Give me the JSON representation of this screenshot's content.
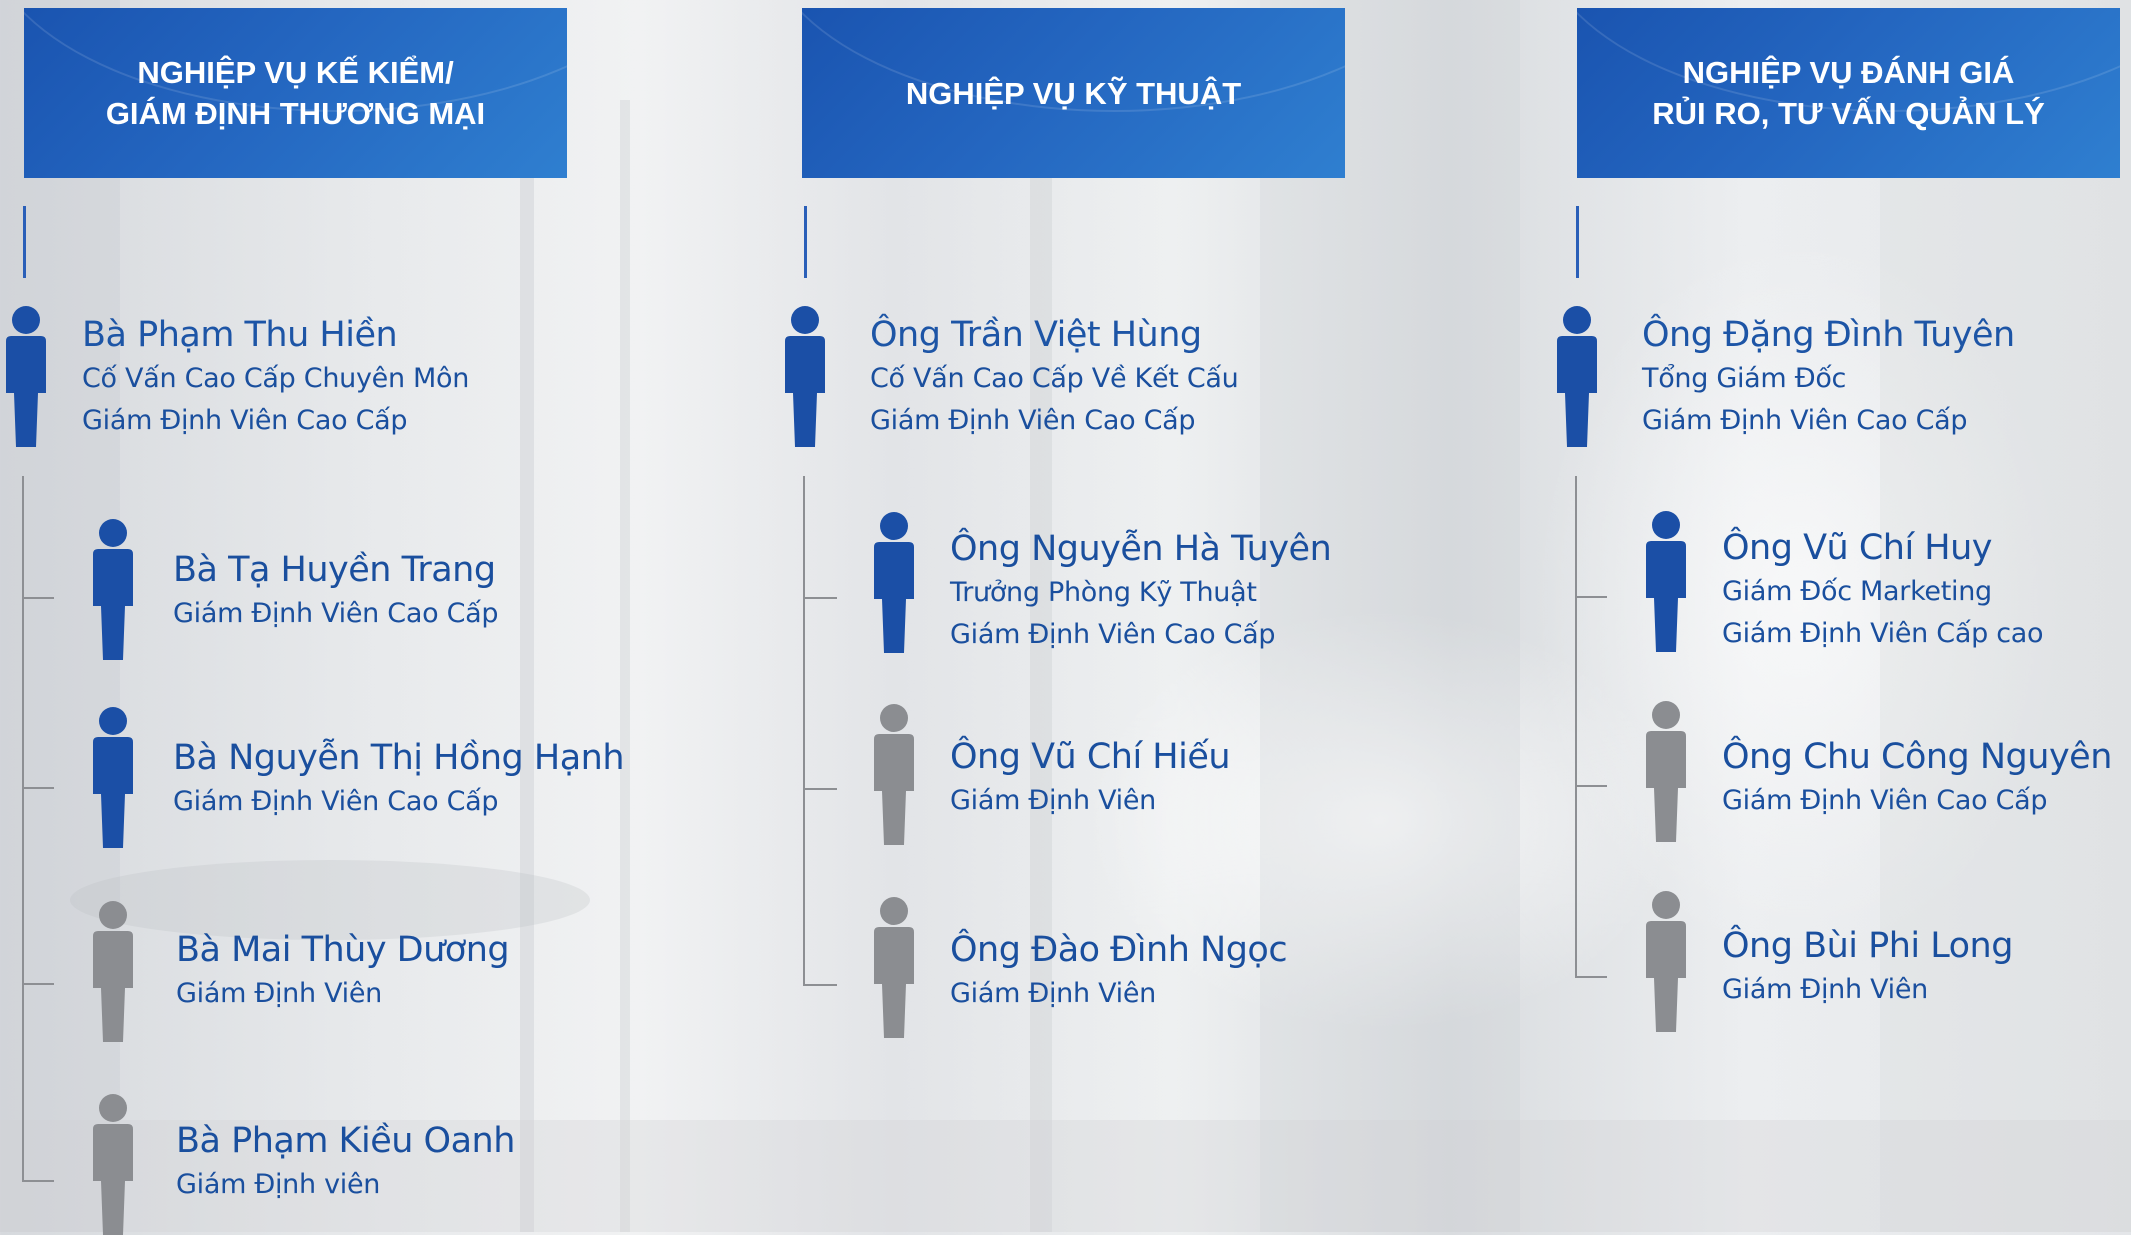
{
  "colors": {
    "header": "#1f5db8",
    "blue_person": "#1b4fa6",
    "grey_person": "#8b8d91",
    "text": "#1a4f9e",
    "line": "#8d8f93"
  },
  "icons": {
    "active_person": "person-blue-icon",
    "inactive_person": "person-grey-icon"
  },
  "columns": [
    {
      "title_line1": "NGHIỆP VỤ KẾ KIỂM/",
      "title_line2": "GIÁM ĐỊNH THƯƠNG MẠI",
      "lead": {
        "name": "Bà Phạm Thu Hiền",
        "role1": "Cố Vấn Cao Cấp Chuyên Môn",
        "role2": "Giám Định Viên Cao Cấp",
        "color": "blue"
      },
      "members": [
        {
          "name": "Bà Tạ Huyền Trang",
          "role1": "Giám Định Viên Cao Cấp",
          "role2": "",
          "color": "blue"
        },
        {
          "name": "Bà Nguyễn Thị Hồng Hạnh",
          "role1": "Giám Định Viên Cao Cấp",
          "role2": "",
          "color": "blue"
        },
        {
          "name": "Bà Mai Thùy Dương",
          "role1": "Giám Định Viên",
          "role2": "",
          "color": "grey"
        },
        {
          "name": "Bà Phạm Kiều Oanh",
          "role1": "Giám Định viên",
          "role2": "",
          "color": "grey"
        }
      ]
    },
    {
      "title_line1": "NGHIỆP VỤ KỸ THUẬT",
      "title_line2": "",
      "lead": {
        "name": "Ông Trần Việt Hùng",
        "role1": "Cố Vấn Cao Cấp Về Kết Cấu",
        "role2": "Giám Định Viên Cao Cấp",
        "color": "blue"
      },
      "members": [
        {
          "name": "Ông Nguyễn Hà Tuyên",
          "role1": "Trưởng Phòng Kỹ Thuật",
          "role2": "Giám Định Viên Cao Cấp",
          "color": "blue"
        },
        {
          "name": "Ông Vũ Chí Hiếu",
          "role1": "Giám Định Viên",
          "role2": "",
          "color": "grey"
        },
        {
          "name": "Ông Đào Đình Ngọc",
          "role1": "Giám Định Viên",
          "role2": "",
          "color": "grey"
        }
      ]
    },
    {
      "title_line1": "NGHIỆP VỤ ĐÁNH GIÁ",
      "title_line2": "RỦI RO, TƯ VẤN QUẢN LÝ",
      "lead": {
        "name": "Ông Đặng Đình Tuyên",
        "role1": "Tổng Giám Đốc",
        "role2": "Giám Định Viên Cao Cấp",
        "color": "blue"
      },
      "members": [
        {
          "name": "Ông Vũ Chí Huy",
          "role1": "Giám Đốc Marketing",
          "role2": "Giám Định Viên Cấp cao",
          "color": "blue"
        },
        {
          "name": "Ông Chu Công Nguyên",
          "role1": "Giám Định Viên Cao Cấp",
          "role2": "",
          "color": "grey"
        },
        {
          "name": "Ông Bùi Phi Long",
          "role1": "Giám Định Viên",
          "role2": "",
          "color": "grey"
        }
      ]
    }
  ]
}
